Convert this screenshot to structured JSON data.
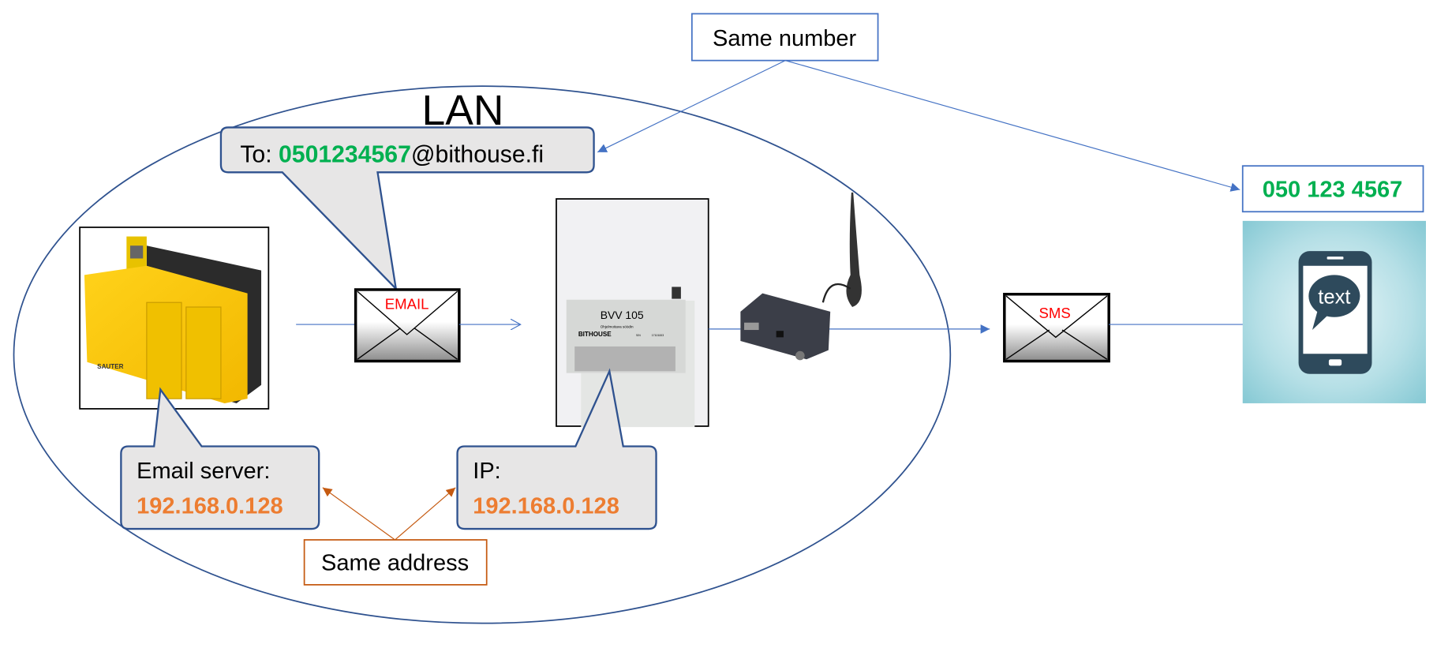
{
  "title": "LAN",
  "same_number_label": "Same number",
  "same_address_label": "Same address",
  "email_callout": {
    "prefix": "To: ",
    "number": "0501234567",
    "domain": "@bithouse.fi"
  },
  "email_envelope_label": "EMAIL",
  "sms_envelope_label": "SMS",
  "phone_number": "050 123 4567",
  "phone_bubble_text": "text",
  "email_server_callout": {
    "label": "Email server:",
    "ip": "192.168.0.128"
  },
  "ip_callout": {
    "label": "IP:",
    "ip": "192.168.0.128"
  },
  "device": {
    "model": "BVV 105",
    "subtitle": "Ohjelmoitava söödin",
    "brand": "BITHOUSE",
    "sn_label": "S/N",
    "sn": "17101003"
  },
  "controller_brand": "SAUTER",
  "colors": {
    "line_blue": "#4472c4",
    "callout_border": "#2f528f",
    "callout_fill": "#e7e6e6",
    "green": "#00b050",
    "orange": "#ed7d31",
    "orange_line": "#c55a11",
    "red": "#ff0000"
  }
}
